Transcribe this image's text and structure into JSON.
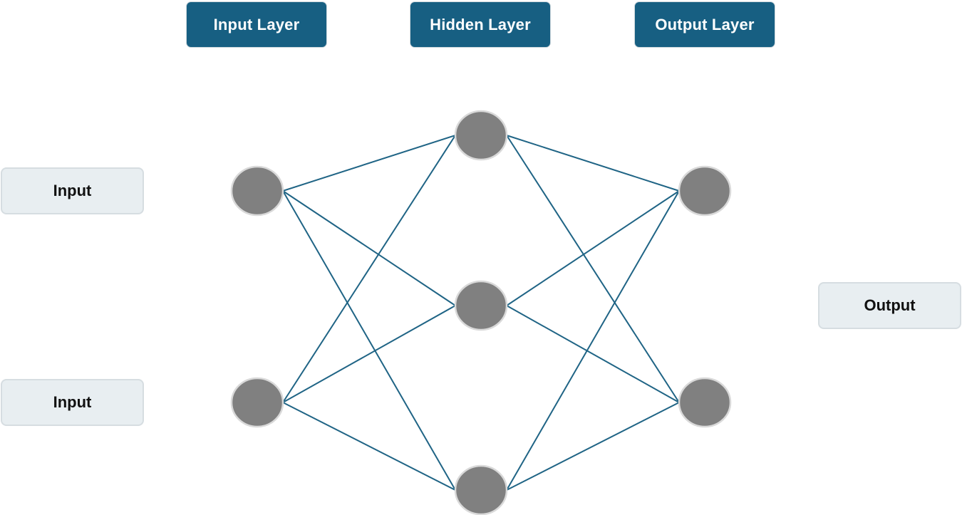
{
  "headers": {
    "input_layer": "Input Layer",
    "hidden_layer": "Hidden Layer",
    "output_layer": "Output Layer"
  },
  "side_labels": {
    "input_1": "Input",
    "input_2": "Input",
    "output": "Output"
  },
  "colors": {
    "header_fill": "#175f82",
    "edge": "#1f6485",
    "node": "#808080",
    "io_fill": "#e8eef1"
  },
  "network": {
    "layers": [
      {
        "name": "input",
        "nodes": 2
      },
      {
        "name": "hidden",
        "nodes": 3
      },
      {
        "name": "output",
        "nodes": 2
      }
    ],
    "connectivity": "fully-connected"
  }
}
